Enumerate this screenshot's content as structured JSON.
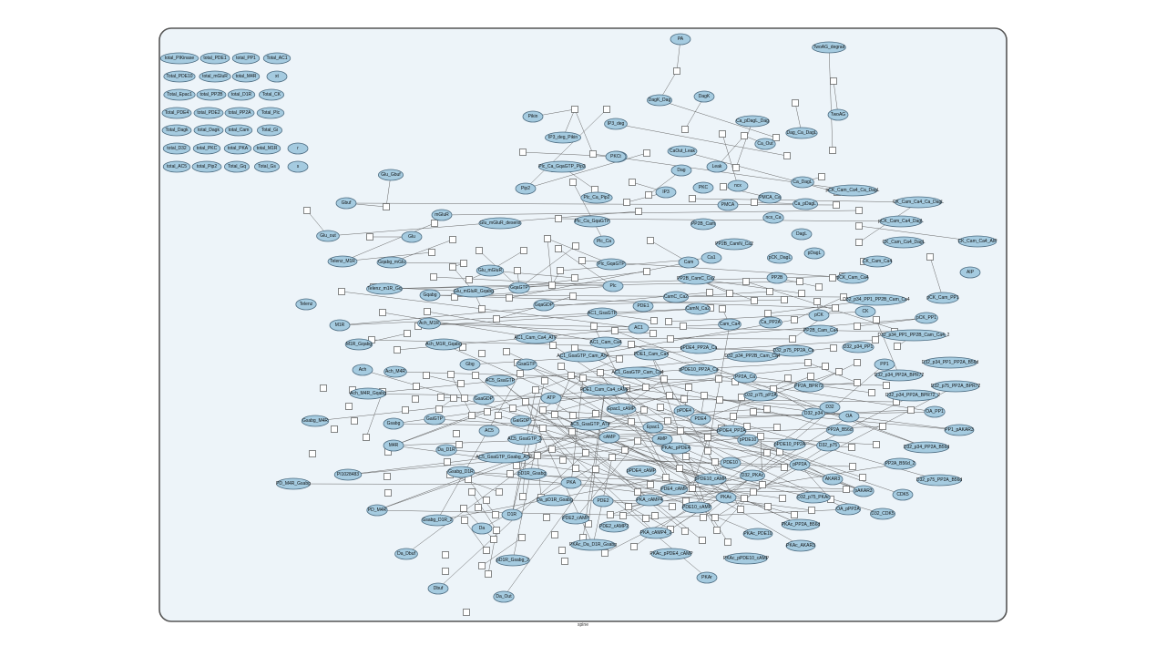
{
  "compartment": {
    "label": "spine"
  },
  "legend_nodes": [
    "total_PIKinase",
    "total_PDE1",
    "total_PP1",
    "Total_AC1",
    "Total_PDE10",
    "total_mGluR",
    "total_M4R",
    "xt",
    "Total_Epac1",
    "total_PP2B",
    "total_D1R",
    "Total_CK",
    "Total_PDE4",
    "total_PDE2",
    "total_PP2A",
    "Total_Plc",
    "Total_Dagk",
    "total_Dagk",
    "total_Cam",
    "Total_Gi",
    "total_D32",
    "total_PKC",
    "total_PKA",
    "total_M1R",
    "r",
    "total_AC5",
    "total_Pip2",
    "Total_Gq",
    "Total_Gs",
    "s"
  ],
  "species": [
    "PA",
    "TwoAG_degrad",
    "DagK_Dag",
    "DagK",
    "TwoAG",
    "Ca_pDagL_Dag",
    "Dag_Ca_DagL",
    "Pikin",
    "IP3_deg",
    "IP3_deg_Pikin",
    "PKC_Ca",
    "CaOut_Leak",
    "Leak",
    "Ca_Out",
    "PKCt",
    "Dag",
    "Ca_DagL",
    "pCK_Cam_Ca4_Ca_DagL",
    "Plc_Ca_GqaGTP_Pip2",
    "Pip2",
    "IP3",
    "PKC",
    "ncx",
    "Ca_pDagL",
    "CK_Cam_Ca4_Ca_DagL",
    "Glu_Gbuf",
    "PMCA_Ca",
    "PMCA",
    "Plc_Ca_Pip2",
    "ncx_Ca",
    "Gbuf",
    "mGluR",
    "pCK_Cam_Ca4_DagL",
    "Glu_mGluR_desens",
    "Plc_Ca_GqaGTP",
    "PP2B_Cam",
    "DagL",
    "Glu_out",
    "Glu",
    "CK_Cam_Ca4_DagL",
    "PP2B_CamN_Ca2",
    "CK_Cam_Ca4_AIP",
    "Plc_Ca",
    "Gqabg_mGlu",
    "pCK_DagL",
    "pDagL",
    "Telenz_M1R",
    "Glu_mGluR",
    "Cam",
    "Ca1",
    "Plc_GqaGTP",
    "CK_Cam_Ca4",
    "AIP",
    "PP2B",
    "GqaGTP",
    "pCK_Cam_Ca4",
    "PP2B_CamC_Ca2",
    "Telenz_m1R_Gq",
    "Glu_mGluR_Gqabg",
    "Plc",
    "CamC_Ca2",
    "pCK_Cam_PP1",
    "Gqabg",
    "GqaGDP",
    "PDE1",
    "Telenz",
    "D32_p34_PP1_PP2B_Cam_Ca4",
    "CamN_Ca2",
    "AC1_GsaGTP",
    "pCK",
    "CK",
    "pCK_PP1",
    "Ach_M1R",
    "M1R",
    "AC1",
    "Cam_Ca4",
    "Ca_PP2A",
    "PP2B_Cam_Ca4",
    "D32_p34_PP1_PP2B_Cam_Ca4_2",
    "AC1_Cam_Ca4_ATP",
    "AC1_Cam_Ca4",
    "M1R_Gqabg",
    "Ach_M1R_Gqabg",
    "D32_p75_PP2A_Ca",
    "D32_p34_PP1",
    "PDE1_Cam_Ca4",
    "pPDE4_PP2A_Ca",
    "AC1_GsaGTP_Cam_ATP",
    "D32_p34_PP2B_Cam_Ca4",
    "Ach",
    "Gbg",
    "D32_p34_PP1_PP2A_B56d",
    "GsaGTP",
    "PP1",
    "PP2A_Ca",
    "pPDE10_PP2A_Ca",
    "Ach_M4R",
    "AC1_GsaGTP_Cam_Ca4",
    "D32_p34_PP2A_BPR72",
    "D32_p75_PP2A_BPR72",
    "AC5_GsaGTP",
    "PDE1_Cam_Ca4_cAMP",
    "PP2A_BPR72",
    "D32_p75_pP2A",
    "Ach_M4R_Gqabg",
    "D32_p34_PP2A_BPR72_2",
    "ATP",
    "Epac1_cAMP",
    "GsaGDP",
    "pPDE4",
    "D32",
    "PDE4",
    "D32_p34",
    "Gsabg_M4R",
    "GaiGTP",
    "GaiGDP",
    "OA",
    "OA_PP1",
    "Gsabg",
    "Epac1",
    "AC5_GsaGTP_ATP",
    "PP2A_B56d",
    "pPDE4_PP2A",
    "AC5",
    "cAMP",
    "PP1_pAKAR3",
    "AC5_GsaGTP_2",
    "AMP",
    "pPDE10",
    "M4R",
    "D32_p75",
    "D32_p34_PP2A_B56d",
    "Da_D1R",
    "AC5_GsaGTP_Gsabg_ATP",
    "pPDE10_PP2A",
    "PKAc_pPDE4",
    "Gsabg_D1R",
    "pPP2A",
    "PP2A_B56d_2",
    "PDE10",
    "AKAR3",
    "pD1R_Gsabg",
    "pPDE4_cAMP",
    "D32_PKAc",
    "D32_p75_PP2A_B56d",
    "PI1028483",
    "PDE4_cAMP",
    "PKA",
    "pPDE10_cAMP",
    "PD_M4R_Gsabg",
    "pAKAR3",
    "CDK5",
    "D32_p75_PKAc",
    "PKAc",
    "OA_pPP2A",
    "Da_pD1R_Gsabg",
    "PDE10_cAMP",
    "PKA_cAMP4",
    "PDE2",
    "D1R",
    "PD_M4R",
    "D32_CDK5",
    "PKAc_PP2A_B56d",
    "PDE2_cAMP",
    "Gsabg_D1R_2",
    "PDE2_cAMP2",
    "Da",
    "PKA_cAMP4_2",
    "PKAc_PDE10",
    "pD1R_Gsabg_2",
    "PKAc_Da_D1R_Gsabg",
    "PKAc_AKAR3",
    "Da_Dbuf",
    "PKAc_pPDE4_cAMP",
    "PKAc_pPDE10_cAMP",
    "Dbuf",
    "PKAr",
    "Da_Out"
  ]
}
